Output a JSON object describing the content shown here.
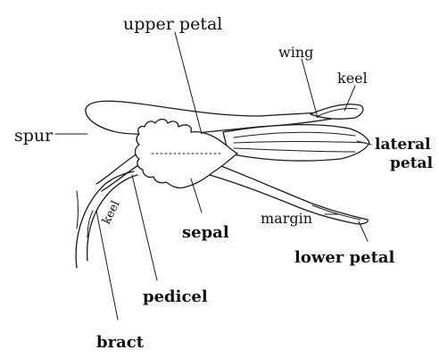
{
  "labels": {
    "upper_petal": "upper petal",
    "wing": "wing",
    "keel_top": "keel",
    "spur": "spur",
    "lateral": "lateral",
    "petal": "petal",
    "keel_small": "keel",
    "sepal": "sepal",
    "margin": "margin",
    "lower_petal": "lower petal",
    "pedicel": "pedicel",
    "bract": "bract"
  }
}
